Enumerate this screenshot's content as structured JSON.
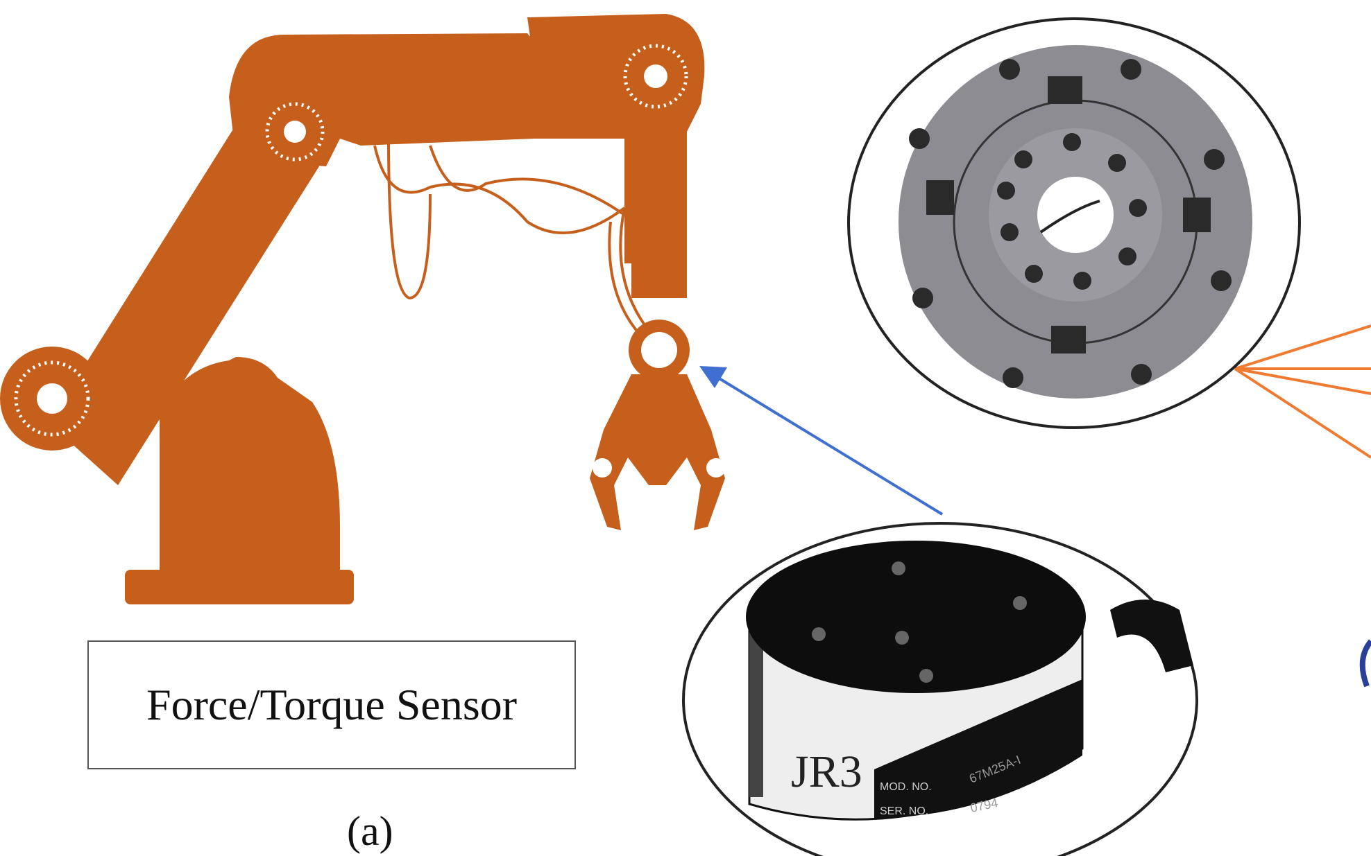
{
  "label": "Force/Torque Sensor",
  "caption": "(a)",
  "sensor_brand": "JR3",
  "sensor_label": {
    "mod": "MOD. NO.",
    "ser": "SER. NO.",
    "mod_value": "67M25A-I",
    "ser_value": "0794"
  },
  "colors": {
    "robot": "#C55F1B",
    "arrow": "#3F6FD0",
    "lines": "#F07A30"
  }
}
